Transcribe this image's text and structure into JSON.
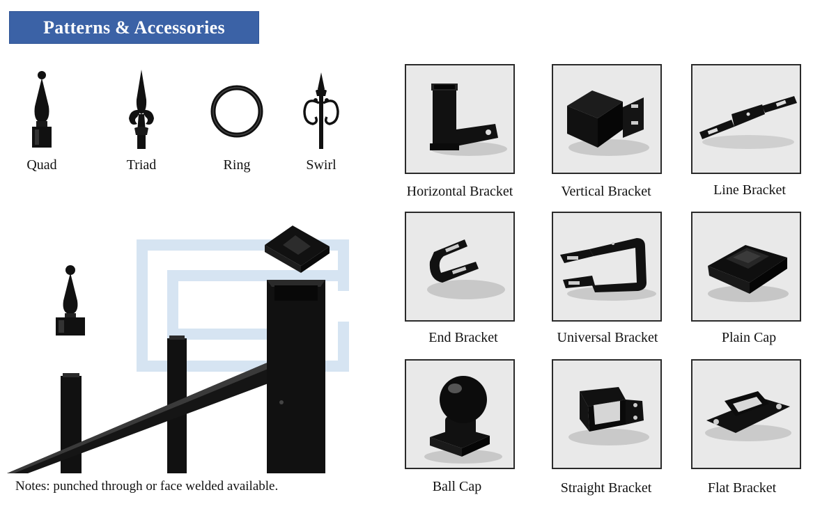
{
  "header": {
    "title": "Patterns & Accessories"
  },
  "patterns": {
    "quad": "Quad",
    "triad": "Triad",
    "ring": "Ring",
    "swirl": "Swirl"
  },
  "note": "Notes: punched through or face welded available.",
  "accessories": {
    "horizontal_bracket": "Horizontal Bracket",
    "vertical_bracket": "Vertical Bracket",
    "line_bracket": "Line Bracket",
    "end_bracket": "End Bracket",
    "universal_bracket": "Universal Bracket",
    "plain_cap": "Plain Cap",
    "ball_cap": "Ball Cap",
    "straight_bracket": "Straight Bracket",
    "flat_bracket": "Flat Bracket"
  },
  "colors": {
    "banner": "#3b62a6",
    "metal": "#111111",
    "watermark": "#d6e4f2"
  }
}
